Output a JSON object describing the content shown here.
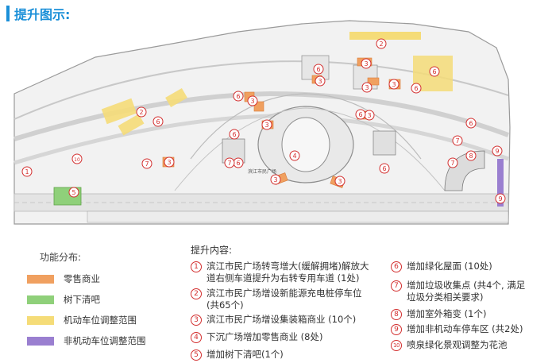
{
  "heading": "提升图示:",
  "colors": {
    "accent": "#1a8fd8",
    "retail": "#f0a060",
    "retail_stroke": "#d97c3a",
    "under_tree": "#8fd07a",
    "vehicle_parking": "#f5dc78",
    "non_vehicle_parking": "#9a7fd0",
    "marker": "#d32f2f"
  },
  "legend": {
    "title": "功能分布:",
    "items": [
      {
        "label": "零售商业",
        "color": "#f0a060"
      },
      {
        "label": "树下清吧",
        "color": "#8fd07a"
      },
      {
        "label": "机动车位调整范围",
        "color": "#f5dc78"
      },
      {
        "label": "非机动车位调整范围",
        "color": "#9a7fd0"
      }
    ]
  },
  "content": {
    "title": "提升内容:",
    "items": [
      {
        "num": "1",
        "text_lines": [
          "滨江市民广场转弯增大(缓解拥堵)解放大",
          "道右侧车道提升为右转专用车道 (1处)"
        ]
      },
      {
        "num": "2",
        "text_lines": [
          "滨江市民广场增设新能源充电桩停车位",
          "(共65个)"
        ]
      },
      {
        "num": "3",
        "text_lines": [
          "滨江市民广场增设集装箱商业 (10个)"
        ]
      },
      {
        "num": "4",
        "text_lines": [
          "下沉广场增加零售商业 (8处)"
        ]
      },
      {
        "num": "5",
        "text_lines": [
          "增加树下清吧(1个)"
        ]
      },
      {
        "num": "6",
        "text_lines": [
          "增加绿化屋面 (10处)"
        ]
      },
      {
        "num": "7",
        "text_lines": [
          "增加垃圾收集点 (共4个, 满足",
          "垃圾分类相关要求)"
        ]
      },
      {
        "num": "8",
        "text_lines": [
          "增加室外箱变 (1个)"
        ]
      },
      {
        "num": "9",
        "text_lines": [
          "增加非机动车停车区 (共2处)"
        ]
      },
      {
        "num": "10",
        "text_lines": [
          "喷泉绿化景观调整为花池"
        ]
      }
    ]
  },
  "plan": {
    "labels": [
      "滨江市民广场"
    ],
    "markers": [
      "1",
      "2",
      "2",
      "3",
      "3",
      "3",
      "3",
      "3",
      "3",
      "3",
      "3",
      "3",
      "3",
      "4",
      "5",
      "6",
      "6",
      "6",
      "6",
      "6",
      "6",
      "6",
      "6",
      "6",
      "6",
      "7",
      "7",
      "7",
      "7",
      "8",
      "9",
      "9",
      "10"
    ]
  }
}
